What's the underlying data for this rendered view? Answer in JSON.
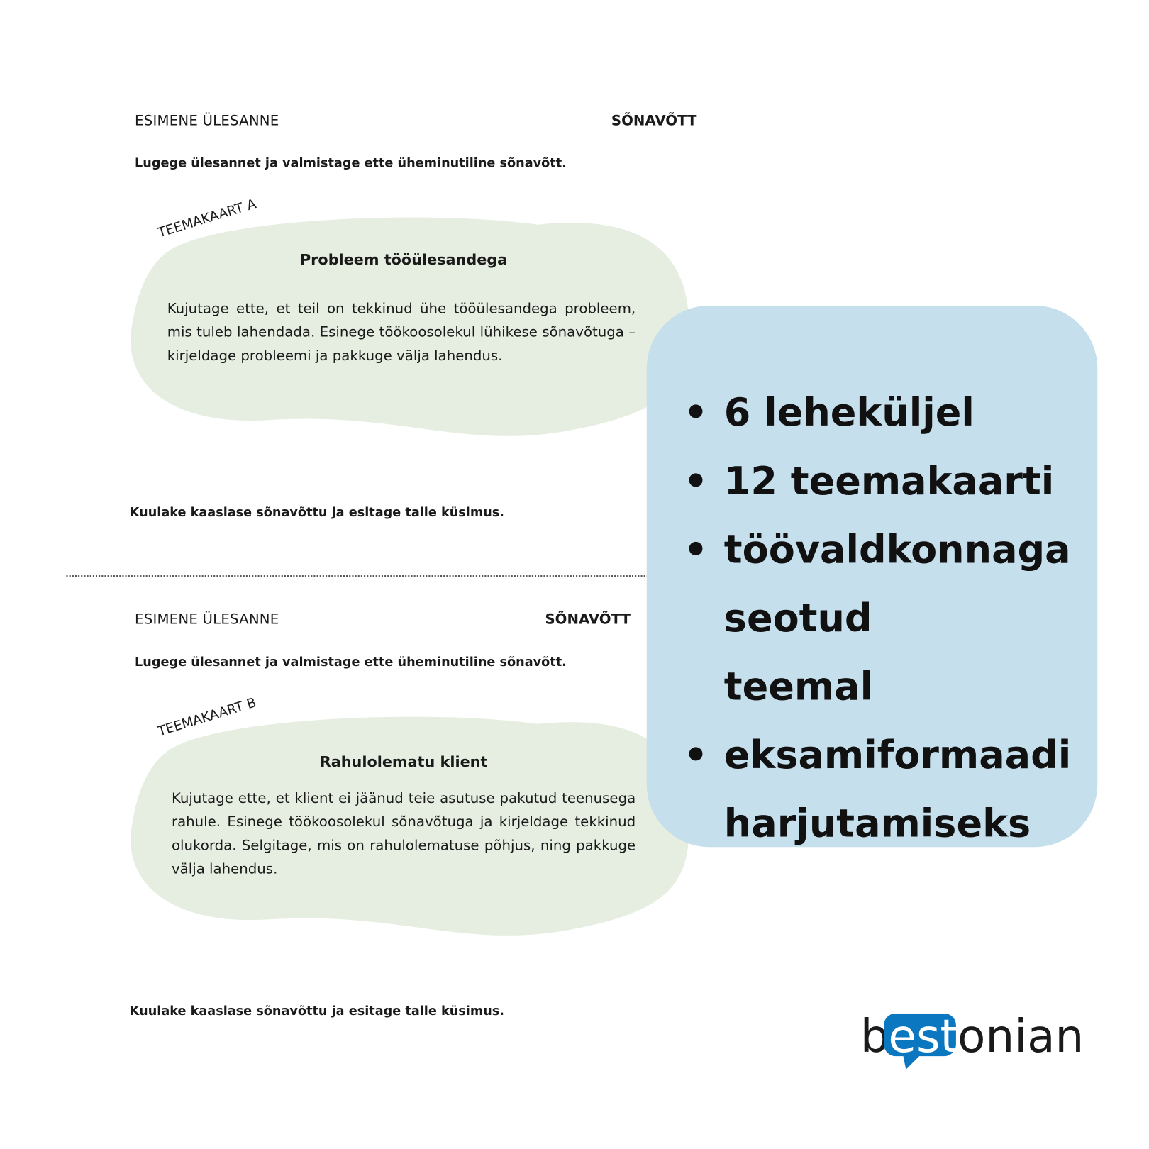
{
  "cards": [
    {
      "header_left": "ESIMENE ÜLESANNE",
      "header_right": "SÕNAVÕTT",
      "instruction": "Lugege ülesannet ja valmistage ette üheminutiline sõnavõtt.",
      "tag": "TEEMAKAART A",
      "title": "Probleem tööülesandega",
      "body": "Kujutage ette, et teil on tekkinud ühe tööülesandega probleem, mis tuleb lahendada. Esinege töökoosolekul lühikese sõnavõtuga – kirjeldage probleemi ja pakkuge välja lahendus.",
      "footer": "Kuulake kaaslase sõnavõttu ja esitage talle küsimus."
    },
    {
      "header_left": "ESIMENE ÜLESANNE",
      "header_right": "SÕNAVÕTT",
      "instruction": "Lugege ülesannet ja valmistage ette üheminutiline sõnavõtt.",
      "tag": "TEEMAKAART B",
      "title": "Rahulolematu klient",
      "body": "Kujutage ette, et klient ei jäänud teie asutuse pakutud teenusega rahule. Esinege töökoosolekul sõnavõtuga ja kirjeldage tekkinud olukorda. Selgitage, mis on rahulolematuse põhjus, ning pakkuge välja lahendus.",
      "footer": "Kuulake kaaslase sõnavõttu ja esitage talle küsimus."
    }
  ],
  "features": [
    "6 leheküljel",
    "12 teemakaarti",
    "töövaldkonnaga seotud teemal",
    "eksamiformaadi harjutamiseks"
  ],
  "logo": {
    "pre": "b",
    "highlight": "est",
    "post": "onian"
  },
  "colors": {
    "blob": "#e6eee1",
    "panel": "#c6dfed",
    "logo_blue": "#0a77c0"
  }
}
